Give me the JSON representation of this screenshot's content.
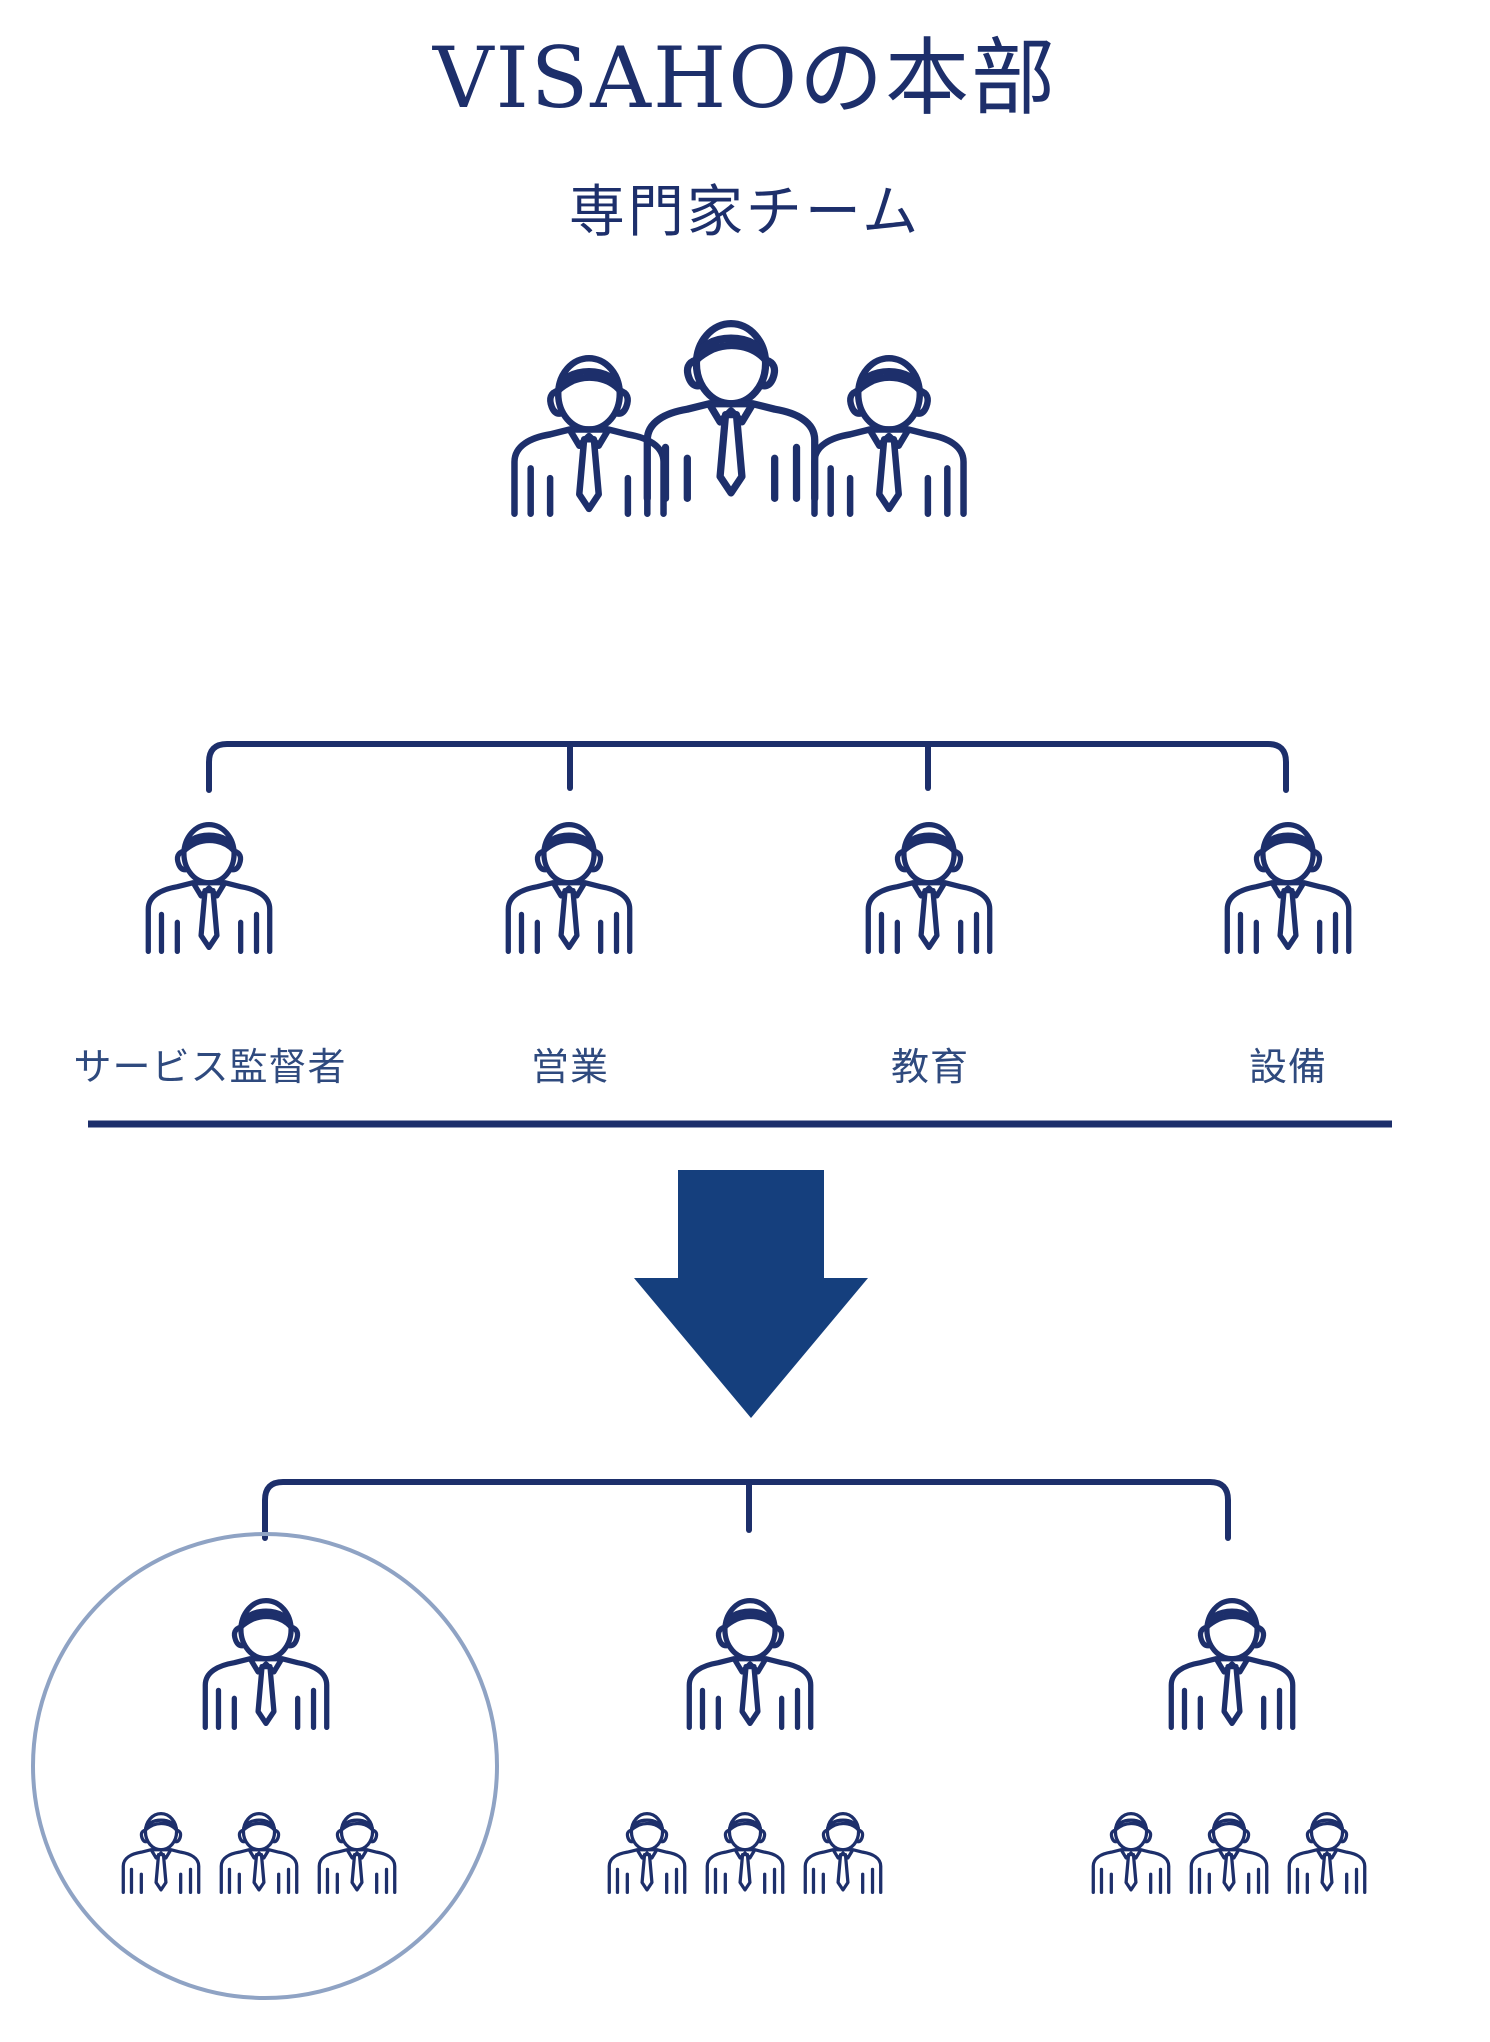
{
  "header": {
    "title": "VISAHOの本部",
    "subtitle": "専門家チーム"
  },
  "departments": [
    {
      "label": "サービス監督者",
      "icon": "person-icon"
    },
    {
      "label": "営業",
      "icon": "person-icon"
    },
    {
      "label": "教育",
      "icon": "person-icon"
    },
    {
      "label": "設備",
      "icon": "person-icon"
    }
  ],
  "groups_count": 3,
  "members_per_group": 3,
  "colors": {
    "line": "#1d2f6b",
    "arrow": "#153f7d",
    "highlight_ring": "#8fa3c4"
  }
}
